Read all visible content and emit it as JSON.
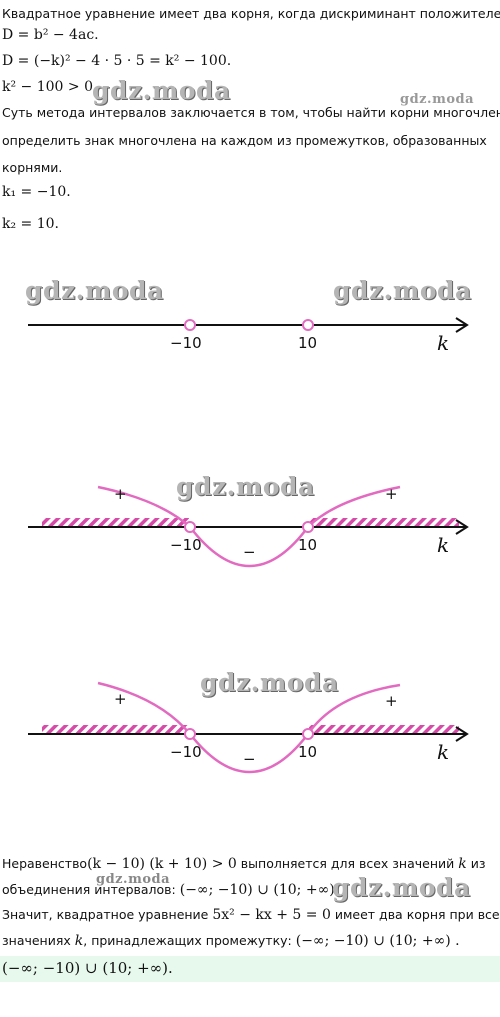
{
  "intro": "Квадратное уравнение имеет два корня, когда дискриминант положителен.",
  "formulas": {
    "d_general": "D = b² − 4ac.",
    "d_expanded": "D = (−k)² − 4 · 5 · 5 = k² − 100.",
    "inequality": "k² − 100 > 0."
  },
  "method_text_1": "Суть метода интервалов заключается в том, чтобы найти корни многочлена и",
  "method_text_2": "определить знак многочлена на каждом из промежутков, образованных",
  "method_text_3": "корнями.",
  "roots": {
    "k1": "k₁ = −10.",
    "k2": "k₂ = 10."
  },
  "diagram": {
    "left_root": "−10",
    "right_root": "10",
    "variable": "k",
    "plus": "+",
    "minus": "−"
  },
  "conclusion": {
    "line1_pre": "Неравенство",
    "line1_math": "(k − 10) (k + 10) > 0",
    "line1_post": "выполняется для всех значений",
    "line1_var": "k",
    "line1_end": "из",
    "line2_pre": "объединения интервалов:",
    "line2_math": "(−∞; −10) ∪ (10; +∞).",
    "line3_pre": "Значит, квадратное уравнение",
    "line3_math": "5x² − kx + 5 = 0",
    "line3_post": "имеет два корня при всех",
    "line4_pre": "значениях",
    "line4_var": "k",
    "line4_mid": ", принадлежащих промежутку:",
    "line4_math": "(−∞; −10) ∪ (10; +∞) ."
  },
  "answer": "(−∞; −10) ∪ (10; +∞).",
  "watermark": "gdz.moda",
  "colors": {
    "curve": "#e26ac0",
    "hatch": "#d64aa8",
    "answer_bg": "#e7f9ec"
  }
}
